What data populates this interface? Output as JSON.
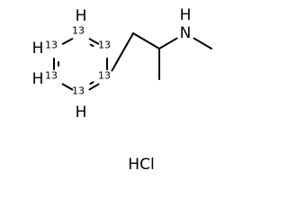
{
  "molecule": {
    "atoms": [
      {
        "id": "a1",
        "element": "C",
        "isotope": "13",
        "hydrogen": "H",
        "show_label": true
      },
      {
        "id": "a2",
        "element": "C",
        "isotope": "13",
        "hydrogen": "",
        "show_label": true
      },
      {
        "id": "a3",
        "element": "C",
        "isotope": "13",
        "hydrogen": "",
        "show_label": true
      },
      {
        "id": "a4",
        "element": "C",
        "isotope": "13",
        "hydrogen": "H",
        "show_label": true
      },
      {
        "id": "a5",
        "element": "C",
        "isotope": "13",
        "hydrogen": "H",
        "show_label": true
      },
      {
        "id": "a6",
        "element": "C",
        "isotope": "13",
        "hydrogen": "H",
        "show_label": true
      },
      {
        "id": "a7",
        "element": "C",
        "isotope": "",
        "hydrogen": "",
        "show_label": false
      },
      {
        "id": "a8",
        "element": "C",
        "isotope": "",
        "hydrogen": "",
        "show_label": false
      },
      {
        "id": "a9",
        "element": "C",
        "isotope": "",
        "hydrogen": "",
        "show_label": false
      },
      {
        "id": "a10",
        "element": "N",
        "isotope": "",
        "hydrogen": "H",
        "show_label": true
      },
      {
        "id": "a11",
        "element": "C",
        "isotope": "",
        "hydrogen": "",
        "show_label": false
      }
    ],
    "bonds": [
      {
        "from": "a1",
        "to": "a2",
        "order": 2
      },
      {
        "from": "a2",
        "to": "a3",
        "order": 1
      },
      {
        "from": "a3",
        "to": "a4",
        "order": 2
      },
      {
        "from": "a4",
        "to": "a5",
        "order": 1
      },
      {
        "from": "a5",
        "to": "a6",
        "order": 2
      },
      {
        "from": "a6",
        "to": "a1",
        "order": 1
      },
      {
        "from": "a3",
        "to": "a7",
        "order": 1
      },
      {
        "from": "a7",
        "to": "a8",
        "order": 1
      },
      {
        "from": "a8",
        "to": "a9",
        "order": 1
      },
      {
        "from": "a8",
        "to": "a10",
        "order": 1
      },
      {
        "from": "a10",
        "to": "a11",
        "order": 1
      }
    ],
    "salt": "HCl"
  }
}
